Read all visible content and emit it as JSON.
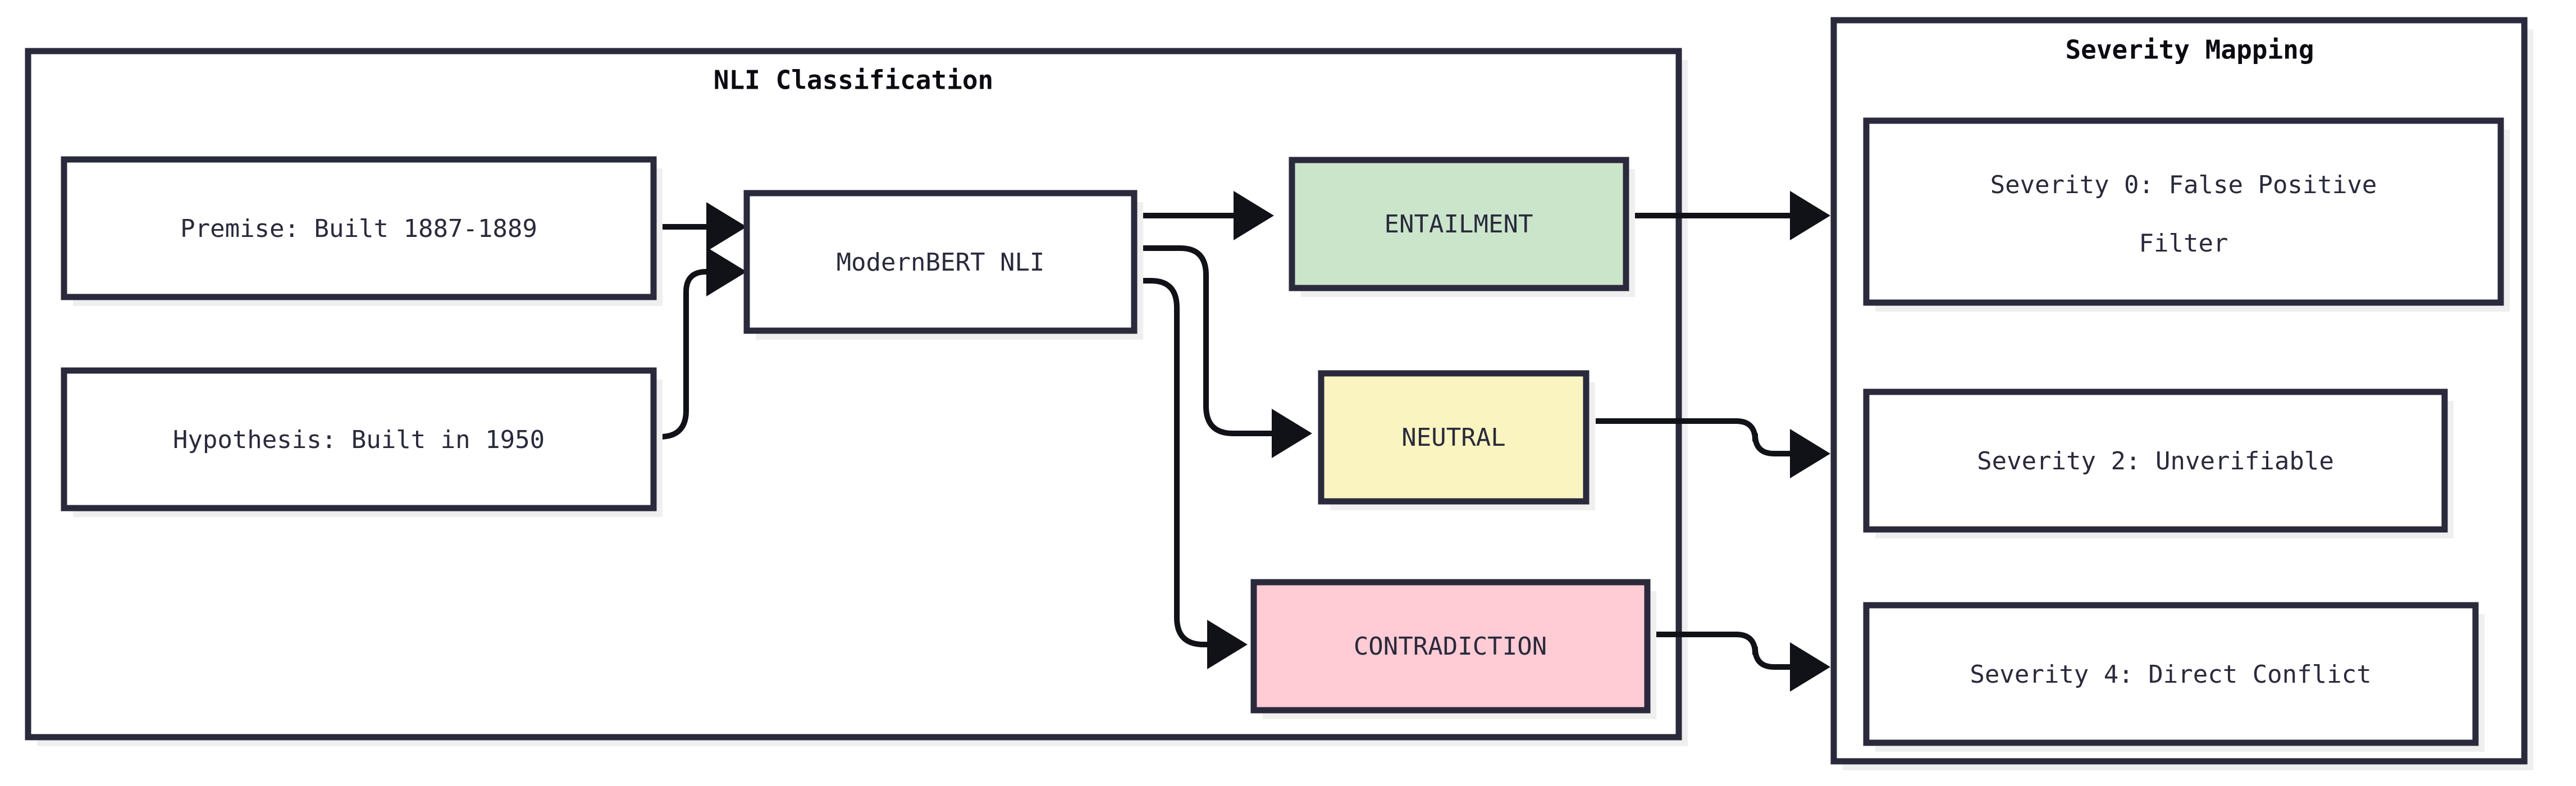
{
  "diagram": {
    "type": "flowchart",
    "direction": "left-to-right",
    "background": "#ffffff",
    "stroke_color": "#2a2a3c",
    "edge_color": "#111118",
    "shadow_color": "#efefef"
  },
  "clusters": [
    {
      "id": "nli-classification",
      "title": "NLI Classification"
    },
    {
      "id": "severity-mapping",
      "title": "Severity Mapping"
    }
  ],
  "nodes": {
    "premise": {
      "label": "Premise: Built 1887-1889",
      "fill": "#ffffff"
    },
    "hypothesis": {
      "label": "Hypothesis: Built in 1950",
      "fill": "#ffffff"
    },
    "model": {
      "label": "ModernBERT NLI",
      "fill": "#ffffff"
    },
    "entailment": {
      "label": "ENTAILMENT",
      "fill": "#cbe5cb"
    },
    "neutral": {
      "label": "NEUTRAL",
      "fill": "#faf5c0"
    },
    "contradiction": {
      "label": "CONTRADICTION",
      "fill": "#ffccd5"
    },
    "severity0": {
      "label_line1": "Severity 0: False Positive",
      "label_line2": "Filter",
      "fill": "#ffffff"
    },
    "severity2": {
      "label": "Severity 2: Unverifiable",
      "fill": "#ffffff"
    },
    "severity4": {
      "label": "Severity 4: Direct Conflict",
      "fill": "#ffffff"
    }
  },
  "edges": [
    {
      "from": "premise",
      "to": "model"
    },
    {
      "from": "hypothesis",
      "to": "model"
    },
    {
      "from": "model",
      "to": "entailment"
    },
    {
      "from": "model",
      "to": "neutral"
    },
    {
      "from": "model",
      "to": "contradiction"
    },
    {
      "from": "entailment",
      "to": "severity0"
    },
    {
      "from": "neutral",
      "to": "severity2"
    },
    {
      "from": "contradiction",
      "to": "severity4"
    }
  ]
}
